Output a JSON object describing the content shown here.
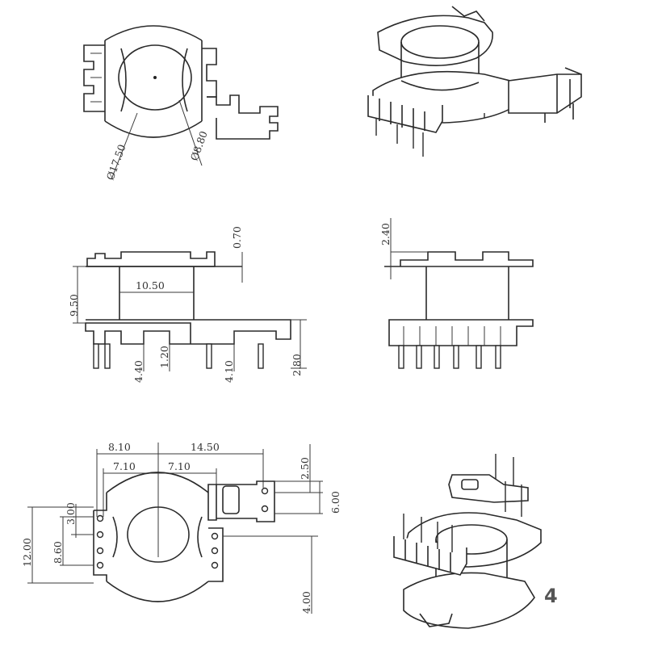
{
  "top_left": {
    "dim_r": "Ø17.50",
    "dim_d": "Ø8.80"
  },
  "front": {
    "h_top": "0.70",
    "h_total": "9.50",
    "w_inner": "10.50",
    "pin_pitch_l": "4.40",
    "pin_dia": "1.20",
    "pin_pitch_r": "4.10",
    "pin_len": "2.80"
  },
  "side": {
    "h_top": "2.40"
  },
  "bottom": {
    "w_left": "8.10",
    "w_right": "14.50",
    "w_l2": "7.10",
    "w_r2": "7.10",
    "v_total": "12.00",
    "v_mid": "8.60",
    "v_pitch": "3.00",
    "r_pitch": "2.50",
    "r_span": "6.00",
    "r_off": "4.00"
  },
  "page_number": "4"
}
